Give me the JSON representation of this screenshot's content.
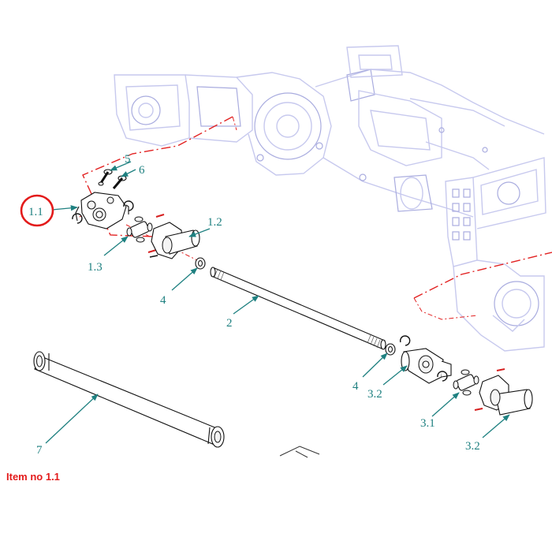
{
  "callouts": {
    "c_1_1": "1.1",
    "c_1_2": "1.2",
    "c_1_3": "1.3",
    "c_2": "2",
    "c_3_1": "3.1",
    "c_3_2a": "3.2",
    "c_3_2b": "3.2",
    "c_4a": "4",
    "c_4b": "4",
    "c_5": "5",
    "c_6": "6",
    "c_7": "7"
  },
  "caption": "Item no 1.1",
  "colors": {
    "callout_text": "#1e8080",
    "highlight_circle": "#e31b1b",
    "caption_text": "#e31b1b",
    "background_assembly": "#c7c9ee",
    "guide_lines": "#e22222"
  }
}
